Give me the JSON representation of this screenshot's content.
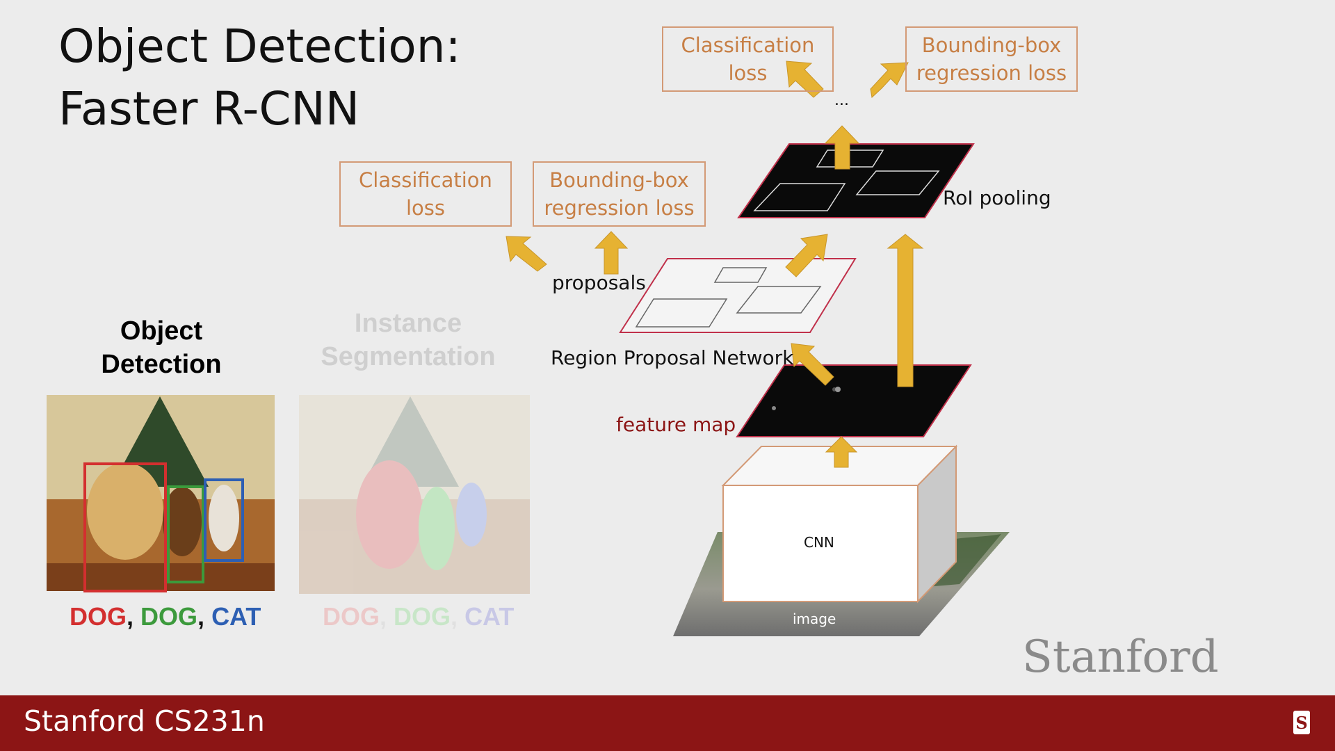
{
  "slide": {
    "title": "Object Detection:\nFaster R-CNN",
    "footer": "Stanford CS231n",
    "wordmark": "Stanford"
  },
  "diagram": {
    "top_losses": {
      "classification": "Classification\nloss",
      "bbox": "Bounding-box\nregression loss"
    },
    "rpn_losses": {
      "classification": "Classification\nloss",
      "bbox": "Bounding-box\nregression loss"
    },
    "ellipsis": "...",
    "roi_pooling": "RoI pooling",
    "proposals": "proposals",
    "rpn": "Region Proposal Network",
    "feature_map": "feature map",
    "cnn": "CNN",
    "image": "image"
  },
  "tasks": {
    "detection": {
      "title": "Object\nDetection",
      "labels": [
        "DOG",
        "DOG",
        "CAT"
      ],
      "colors": [
        "#d32f2f",
        "#3c9a3c",
        "#2d5fb3"
      ]
    },
    "segmentation": {
      "title": "Instance\nSegmentation",
      "labels": [
        "DOG",
        "DOG",
        "CAT"
      ]
    }
  },
  "colors": {
    "arrow": "#e6b232",
    "loss_text": "#c77f45",
    "loss_border": "#d39a76",
    "footer_bg": "#8c1515",
    "feature_map_label": "#8c1515"
  }
}
